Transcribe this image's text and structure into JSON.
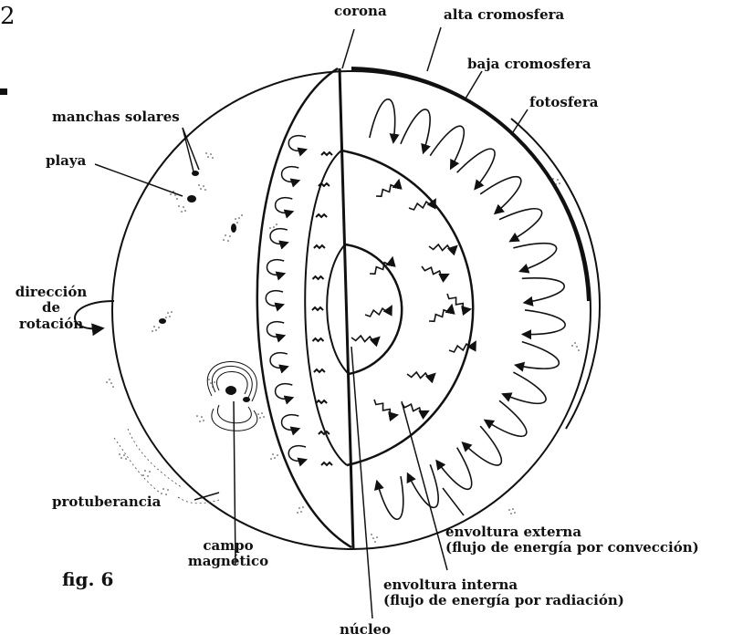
{
  "colors": {
    "ink": "#111111",
    "paper": "#ffffff"
  },
  "corner_mark": "2",
  "figure_label": "fig. 6",
  "labels": {
    "corona": "corona",
    "alta_cromosfera": "alta cromosfera",
    "baja_cromosfera": "baja cromosfera",
    "fotosfera": "fotosfera",
    "manchas_solares": "manchas solares",
    "playa": "playa",
    "direccion": "dirección",
    "de": "de",
    "rotacion": "rotación",
    "protuberancia": "protuberancia",
    "campo": "campo",
    "magnetico": "magnético",
    "envoltura_externa": "envoltura externa",
    "envoltura_externa_nota": "(flujo de energía por convección)",
    "envoltura_interna": "envoltura interna",
    "envoltura_interna_nota": "(flujo de energía por radiación)",
    "nucleo": "núcleo"
  }
}
